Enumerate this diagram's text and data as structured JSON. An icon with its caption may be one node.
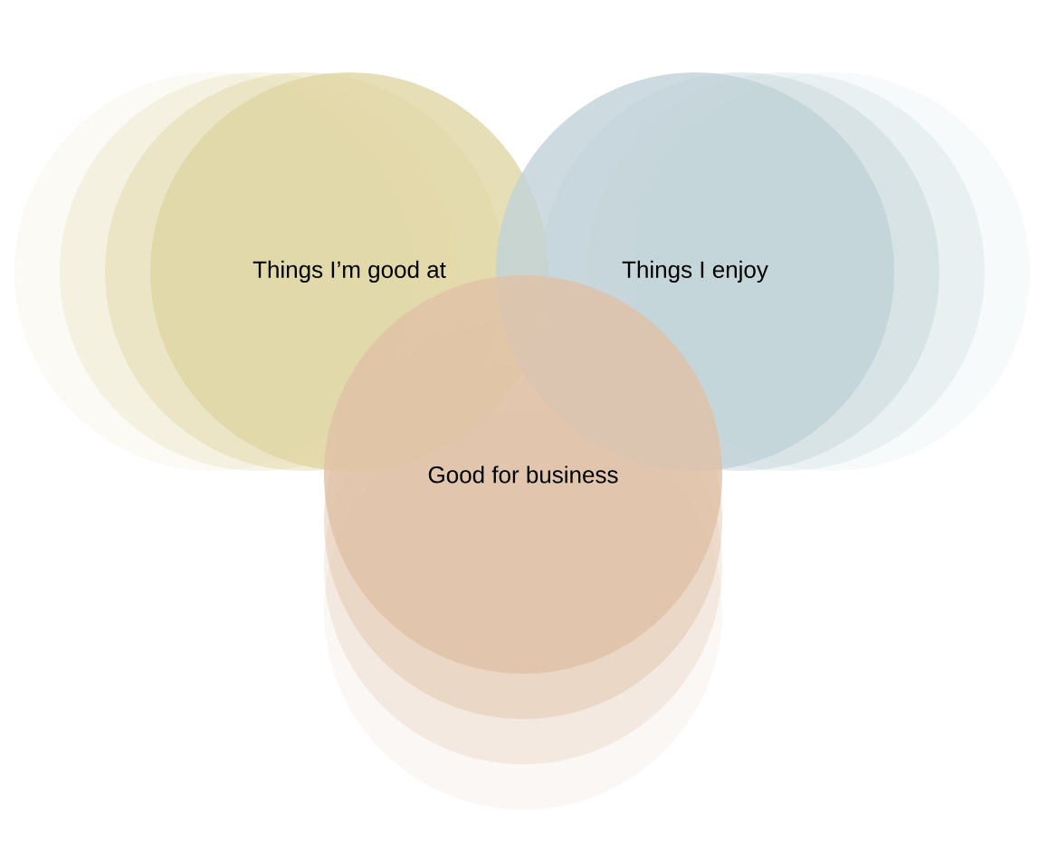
{
  "diagram": {
    "nodes": [
      {
        "text": [
          "Things I’m good at"
        ]
      },
      {
        "text": [
          "Things I enjoy"
        ]
      },
      {
        "text": [
          "Good for business"
        ]
      }
    ]
  }
}
